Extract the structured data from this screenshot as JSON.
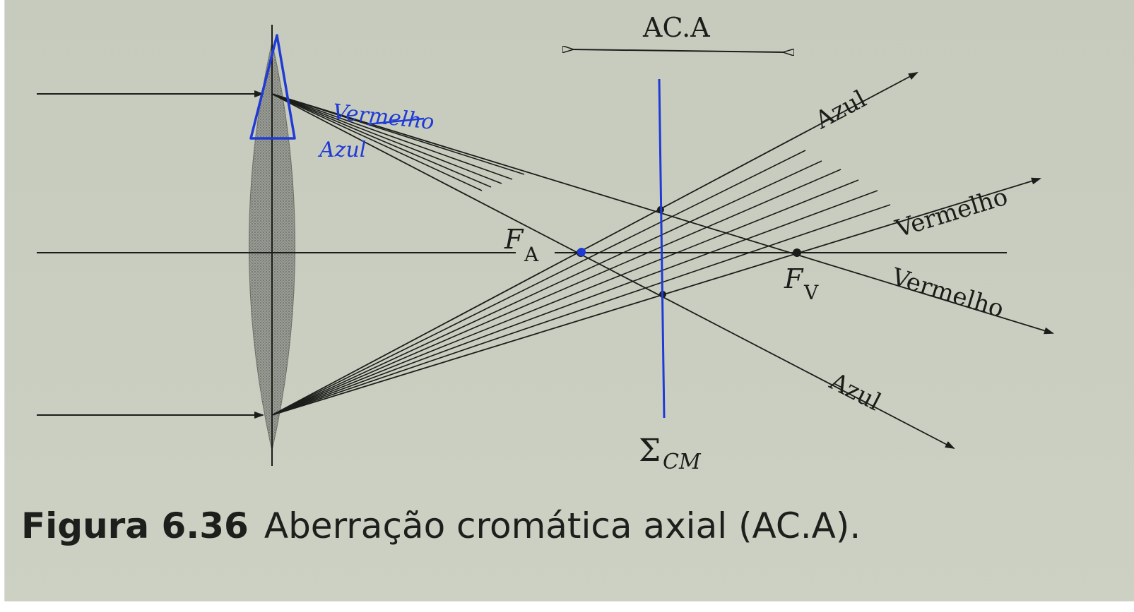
{
  "labels": {
    "aca": "AC.A",
    "focus_blue_main": "F",
    "focus_blue_sub": "A",
    "focus_red_main": "F",
    "focus_red_sub": "V",
    "plane_main": "Σ",
    "plane_sub": "CM",
    "ray_blue_upper": "Azul",
    "ray_red_upper": "Vermelho",
    "ray_red_lower": "Vermelho",
    "ray_blue_lower": "Azul"
  },
  "handwriting": {
    "red": "Vermelho",
    "blue": "Azul"
  },
  "caption": {
    "number": "Figura 6.36",
    "text": "Aberração cromática axial (AC.A)."
  },
  "colors": {
    "paper": "#c9cdbf",
    "ink_print": "#1b1d1a",
    "ink_pen": "#1f3ad6",
    "lens_fill": "#8d918a"
  }
}
